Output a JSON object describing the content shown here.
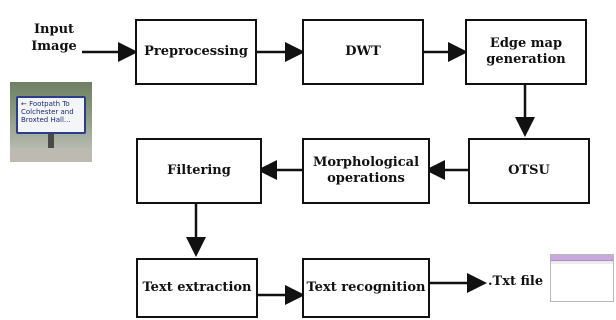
{
  "input_label": "Input\nImage",
  "sign_text": [
    "← Footpath To",
    "Colchester and",
    "Broxted Hall..."
  ],
  "nodes": {
    "preprocessing": "Preprocessing",
    "dwt": "DWT",
    "edge_map": "Edge map\ngeneration",
    "otsu": "OTSU",
    "morphological": "Morphological\noperations",
    "filtering": "Filtering",
    "text_extraction": "Text extraction",
    "text_recognition": "Text recognition"
  },
  "output_label": ".Txt file",
  "colors": {
    "stroke": "#111111",
    "sign_border": "#2c3d8f"
  }
}
